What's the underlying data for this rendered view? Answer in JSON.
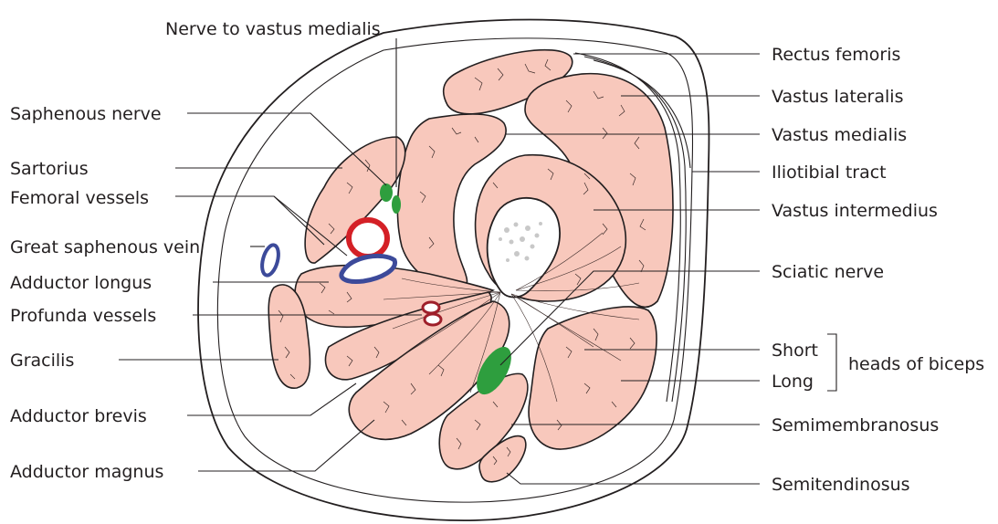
{
  "labels": {
    "nerve_to_vastus_medialis": "Nerve to vastus medialis",
    "saphenous_nerve": "Saphenous nerve",
    "sartorius": "Sartorius",
    "femoral_vessels": "Femoral vessels",
    "great_saphenous_vein": "Great saphenous vein",
    "adductor_longus": "Adductor longus",
    "profunda_vessels": "Profunda vessels",
    "gracilis": "Gracilis",
    "adductor_brevis": "Adductor brevis",
    "adductor_magnus": "Adductor magnus",
    "rectus_femoris": "Rectus femoris",
    "vastus_lateralis": "Vastus lateralis",
    "vastus_medialis": "Vastus medialis",
    "iliotibial_tract": "Iliotibial tract",
    "vastus_intermedius": "Vastus intermedius",
    "sciatic_nerve": "Sciatic nerve",
    "short": "Short",
    "long": "Long",
    "heads_of_biceps": "heads of biceps",
    "semimembranosus": "Semimembranosus",
    "semitendinosus": "Semitendinosus"
  },
  "colors": {
    "muscle": "#f8c8bc",
    "outline": "#231f20",
    "nerve": "#2e9e3e",
    "artery": "#d42026",
    "vein": "#3c4a9a",
    "profunda": "#9e1f2a",
    "bone_marrow": "#c8c8c8"
  }
}
